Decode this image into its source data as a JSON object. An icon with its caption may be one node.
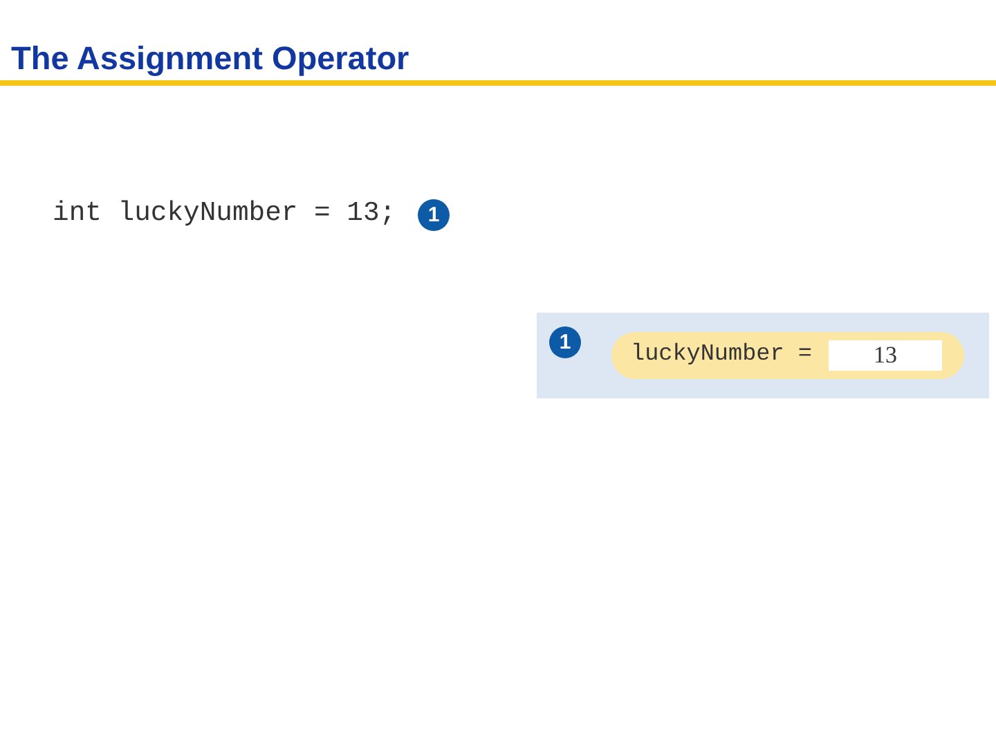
{
  "diagram": {
    "title": "The Assignment Operator",
    "nodes": [
      {
        "text": [
          "1"
        ]
      },
      {
        "text": [],
        "shape": "box"
      },
      {
        "text": [
          "1"
        ],
        "in": 1
      },
      {
        "text": [
          "luckyNumber ="
        ],
        "in": 1
      },
      {
        "text": [
          "13"
        ],
        "in": 3
      }
    ],
    "labels": [
      "int luckyNumber = 13;"
    ]
  }
}
